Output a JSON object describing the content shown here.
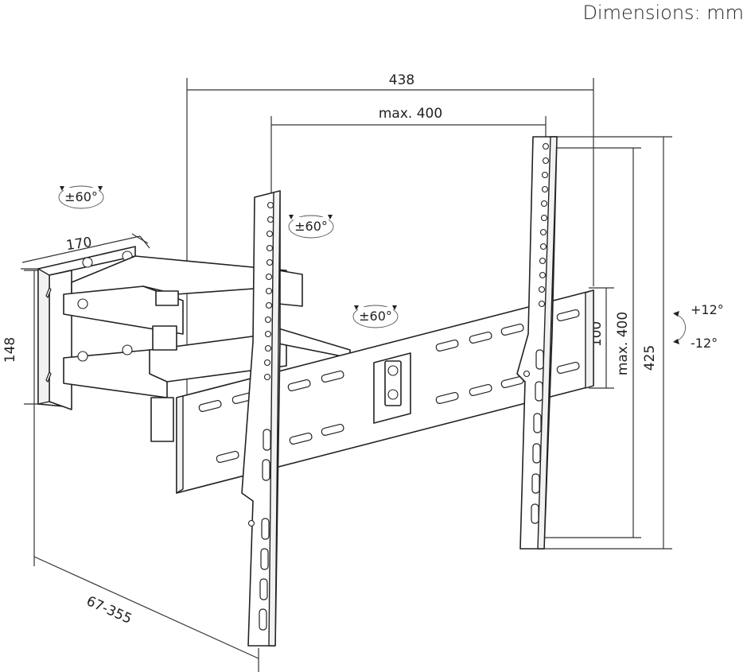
{
  "title": "Dimensions: mm",
  "dimensions": {
    "overall_width": "438",
    "vesa_horizontal": "max. 400",
    "wall_plate_width": "170",
    "wall_plate_height": "148",
    "extension": "67-355",
    "min_vertical": "100",
    "vesa_vertical": "max. 400",
    "overall_height": "425"
  },
  "rotations": {
    "wall_swivel": "±60°",
    "arm_swivel": "±60°",
    "plate_rotation": "±60°",
    "tilt_up": "+12°",
    "tilt_down": "-12°"
  },
  "icons": {
    "rotation_arrow": "rotation-arrow-icon",
    "tilt_arrow": "tilt-arrow-icon"
  }
}
